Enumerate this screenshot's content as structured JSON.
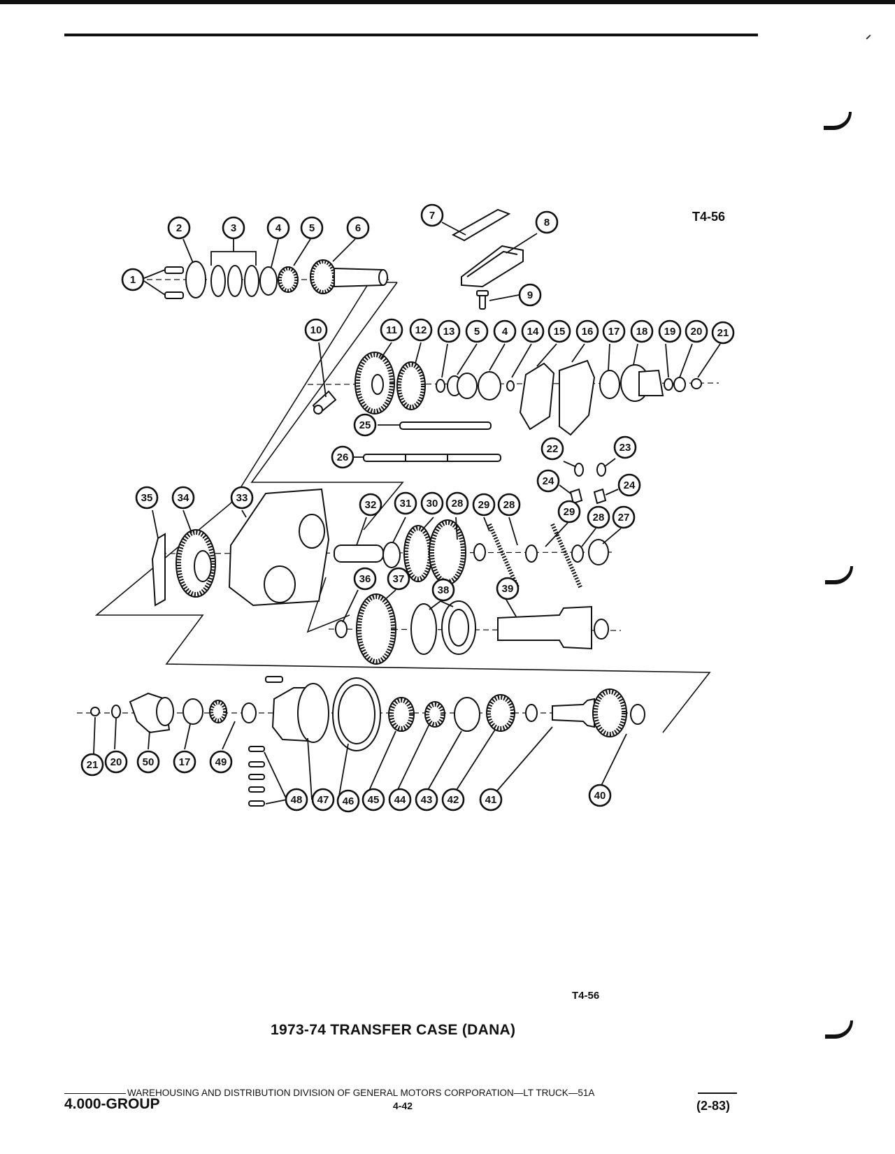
{
  "figure_ref_top": "T4-56",
  "figure_ref_bottom": "T4-56",
  "caption": "1973-74 TRANSFER CASE (DANA)",
  "footer": {
    "line": "WAREHOUSING AND DISTRIBUTION  DIVISION OF GENERAL MOTORS CORPORATION—LT TRUCK—51A",
    "group": "4.000-GROUP",
    "page": "4-42",
    "date": "(2-83)"
  },
  "callouts": {
    "1": "1",
    "2": "2",
    "3": "3",
    "4": "4",
    "5": "5",
    "6": "6",
    "7": "7",
    "8": "8",
    "9": "9",
    "10": "10",
    "11": "11",
    "12": "12",
    "13": "13",
    "14": "14",
    "15": "15",
    "16": "16",
    "17": "17",
    "18": "18",
    "19": "19",
    "20": "20",
    "21": "21",
    "22": "22",
    "23": "23",
    "24": "24",
    "25": "25",
    "26": "26",
    "27": "27",
    "28": "28",
    "29": "29",
    "30": "30",
    "31": "31",
    "32": "32",
    "33": "33",
    "34": "34",
    "35": "35",
    "36": "36",
    "37": "37",
    "38": "38",
    "39": "39",
    "40": "40",
    "41": "41",
    "42": "42",
    "43": "43",
    "44": "44",
    "45": "45",
    "46": "46",
    "47": "47",
    "48": "48",
    "49": "49",
    "50": "50"
  }
}
